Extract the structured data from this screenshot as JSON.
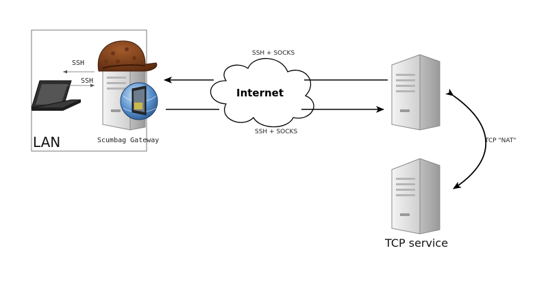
{
  "lan": {
    "label": "LAN",
    "gateway_label": "Scumbag Gateway",
    "ssh_top": "SSH",
    "ssh_bottom": "SSH"
  },
  "internet": {
    "label": "Internet"
  },
  "links": {
    "top_label": "SSH + SOCKS",
    "bottom_label": "SSH + SOCKS",
    "nat_label": "TCP \"NAT\""
  },
  "tcp_service": {
    "label": "TCP service"
  },
  "icons": {
    "laptop": "laptop-icon",
    "gateway_server": "server-icon",
    "hat": "scumbag-hat-icon",
    "globe": "globe-door-icon",
    "remote_server": "server-icon",
    "service_server": "server-icon",
    "cloud": "cloud-icon"
  },
  "colors": {
    "server_body": "#e6e6e6",
    "hat": "#7a3e1e",
    "globe": "#4f86c6",
    "line": "#000000"
  }
}
